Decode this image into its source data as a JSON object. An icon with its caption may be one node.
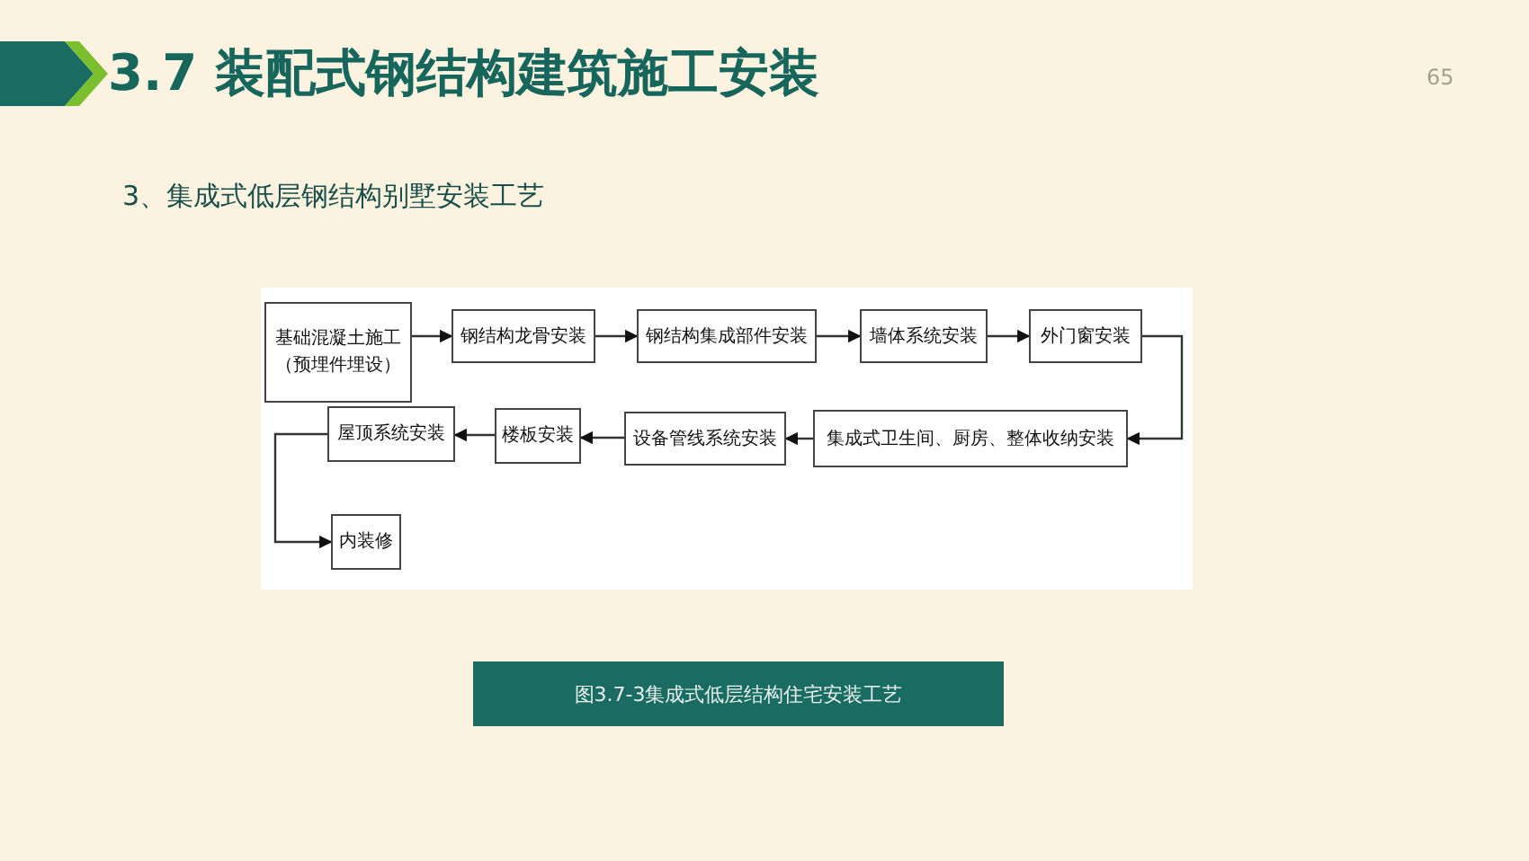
{
  "diagram": {
    "title": "3.7 装配式钢结构建筑施工安装",
    "caption": "图3.7-3集成式低层结构住宅安装工艺",
    "nodes": [
      {
        "text": [
          "基础混凝土施工（预埋件埋设）"
        ]
      },
      {
        "text": [
          "钢结构龙骨安装"
        ]
      },
      {
        "text": [
          "钢结构集成部件安装"
        ]
      },
      {
        "text": [
          "墙体系统安装"
        ]
      },
      {
        "text": [
          "外门窗安装"
        ]
      },
      {
        "text": [
          "集成式卫生间、厨房、整体收纳安装"
        ]
      },
      {
        "text": [
          "设备管线系统安装"
        ]
      },
      {
        "text": [
          "楼板安装"
        ]
      },
      {
        "text": [
          "屋顶系统安装"
        ]
      },
      {
        "text": [
          "内装修"
        ]
      }
    ],
    "edges": [
      {
        "from": 0,
        "to": 1,
        "arrow": "to"
      },
      {
        "from": 1,
        "to": 2,
        "arrow": "to"
      },
      {
        "from": 2,
        "to": 3,
        "arrow": "to"
      },
      {
        "from": 3,
        "to": 4,
        "arrow": "to"
      },
      {
        "from": 4,
        "to": 5,
        "arrow": "to"
      },
      {
        "from": 5,
        "to": 6,
        "arrow": "to"
      },
      {
        "from": 6,
        "to": 7,
        "arrow": "to"
      },
      {
        "from": 7,
        "to": 8,
        "arrow": "to"
      },
      {
        "from": 8,
        "to": 9,
        "arrow": "to"
      }
    ],
    "labels": [
      "65",
      "3、集成式低层钢结构别墅安装工艺"
    ]
  }
}
